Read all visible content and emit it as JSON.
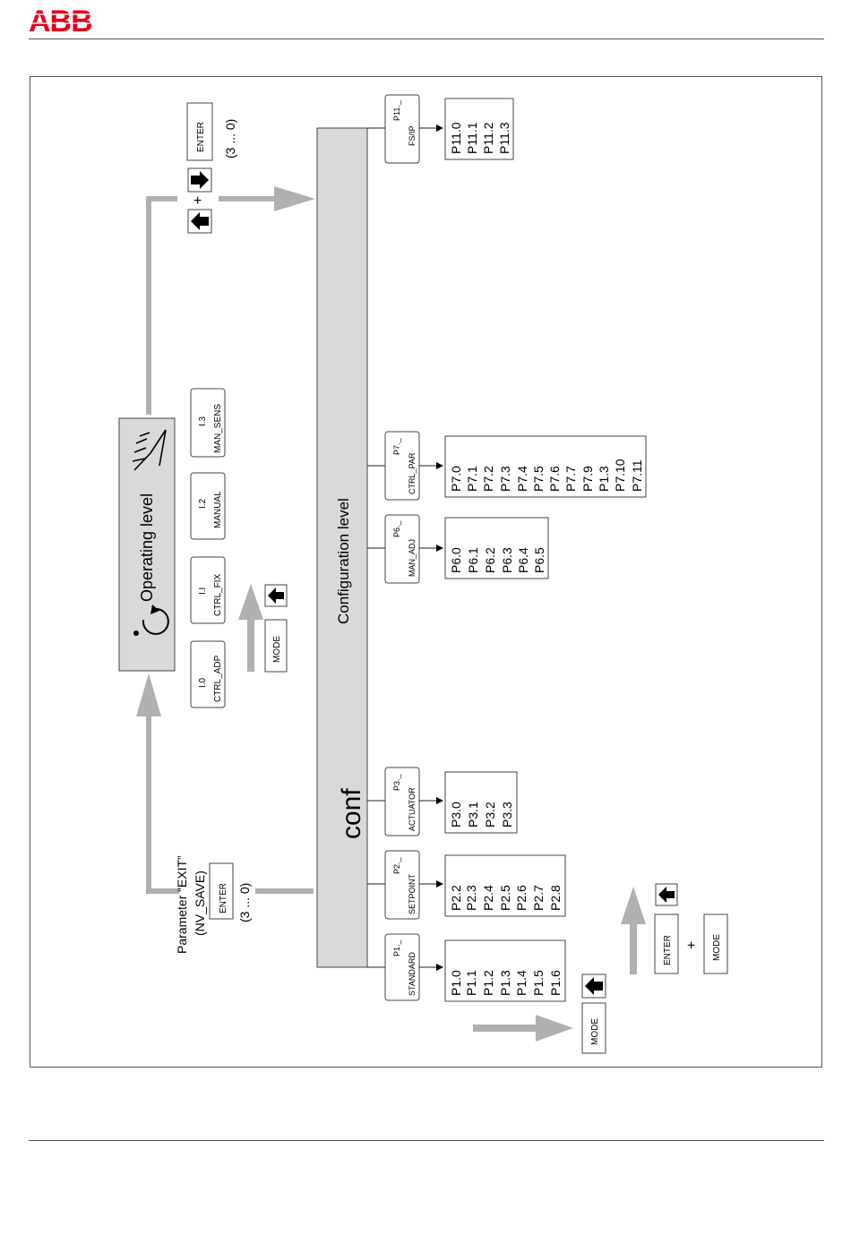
{
  "brand": {
    "logo_text": "ABB",
    "color": "#e2001a"
  },
  "operating": {
    "title": "Operating level",
    "items": [
      {
        "code": "I.0",
        "name": "CTRL_ADP"
      },
      {
        "code": "I.I",
        "name": "CTRL_FIX"
      },
      {
        "code": "I.2",
        "name": "MANUAL"
      },
      {
        "code": "I.3",
        "name": "MAN_SENS"
      }
    ]
  },
  "config": {
    "title": "Configuration level",
    "short": "conf"
  },
  "keys": {
    "enter": "ENTER",
    "mode": "MODE",
    "range": "(3 ... 0)",
    "plus": "+"
  },
  "exit_param": {
    "line1": "Parameter “EXIT”",
    "line2": "(NV_SAVE)"
  },
  "groups": [
    {
      "code": "P1._",
      "name": "STANDARD",
      "params": [
        "P1.0",
        "P1.1",
        "P1.2",
        "P1.3",
        "P1.4",
        "P1.5",
        "P1.6"
      ]
    },
    {
      "code": "P2._",
      "name": "SETPOINT",
      "params": [
        "P2.2",
        "P2.3",
        "P2.4",
        "P2.5",
        "P2.6",
        "P2.7",
        "P2.8"
      ]
    },
    {
      "code": "P3._",
      "name": "ACTUATOR",
      "params": [
        "P3.0",
        "P3.1",
        "P3.2",
        "P3.3"
      ]
    },
    {
      "code": "P6._",
      "name": "MAN_ADJ",
      "params": [
        "P6.0",
        "P6.1",
        "P6.2",
        "P6.3",
        "P6.4",
        "P6.5"
      ]
    },
    {
      "code": "P7._",
      "name": "CTRL_PAR",
      "params": [
        "P7.0",
        "P7.1",
        "P7.2",
        "P7.3",
        "P7.4",
        "P7.5",
        "P7.6",
        "P7.7",
        "P7.9",
        "P1.3",
        "P7.10",
        "P7.11"
      ]
    },
    {
      "code": "P11._",
      "name": "FS/IP",
      "params": [
        "P11.0",
        "P11.1",
        "P11.2",
        "P11.3"
      ]
    }
  ]
}
